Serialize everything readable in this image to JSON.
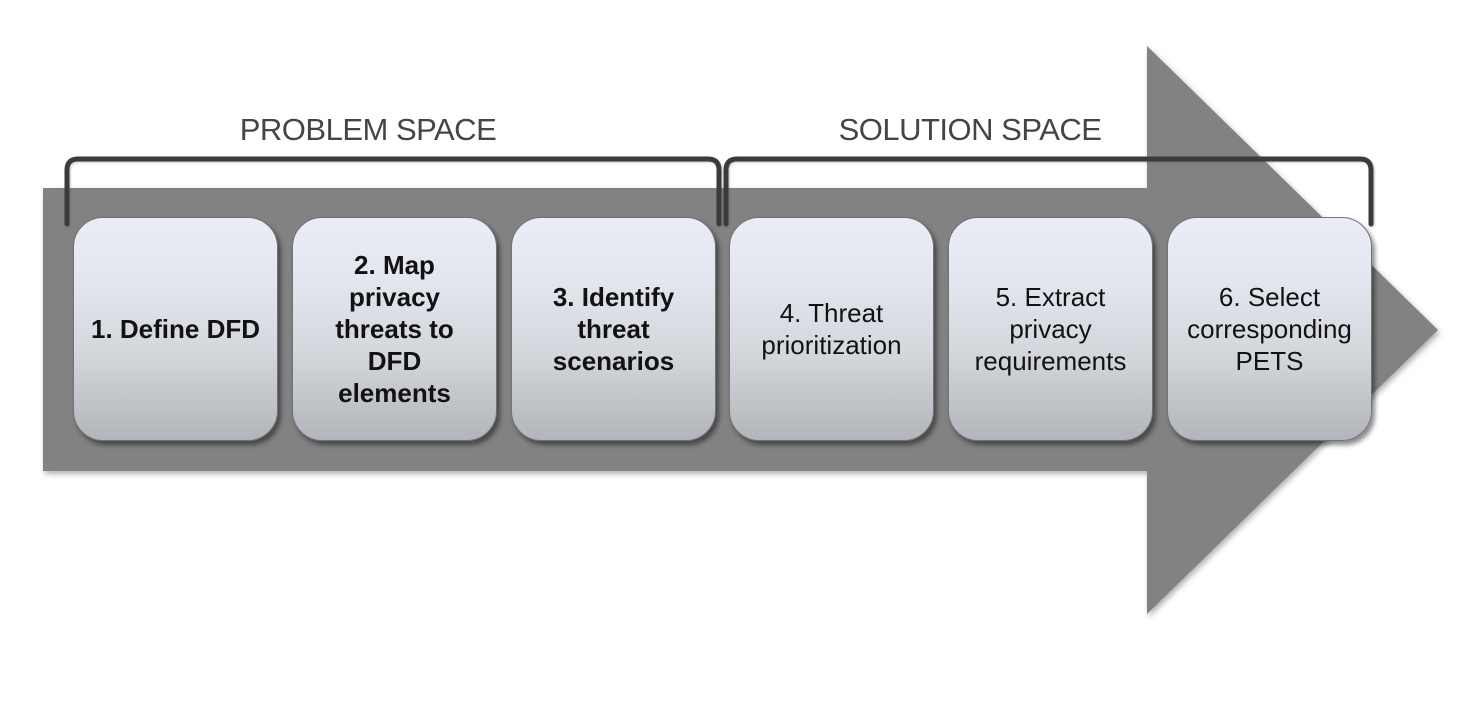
{
  "labels": {
    "problem": "PROBLEM SPACE",
    "solution": "SOLUTION SPACE"
  },
  "steps": [
    {
      "label": "1. Define DFD",
      "space": "problem"
    },
    {
      "label": "2. Map\nprivacy\nthreats to\nDFD\nelements",
      "space": "problem"
    },
    {
      "label": "3. Identify\nthreat\nscenarios",
      "space": "problem"
    },
    {
      "label": "4. Threat\nprioritization",
      "space": "solution"
    },
    {
      "label": "5. Extract\nprivacy\nrequirements",
      "space": "solution"
    },
    {
      "label": "6. Select\ncorresponding\nPETS",
      "space": "solution"
    }
  ],
  "colors": {
    "arrow": "#828282",
    "bracket": "#3b3b3b",
    "label_text": "#454545",
    "box_border": "#6f7277",
    "box_text": "#121212",
    "box_gradient_top": "#eaedf5",
    "box_gradient_bottom": "#b2b5b9",
    "background": "#ffffff"
  }
}
